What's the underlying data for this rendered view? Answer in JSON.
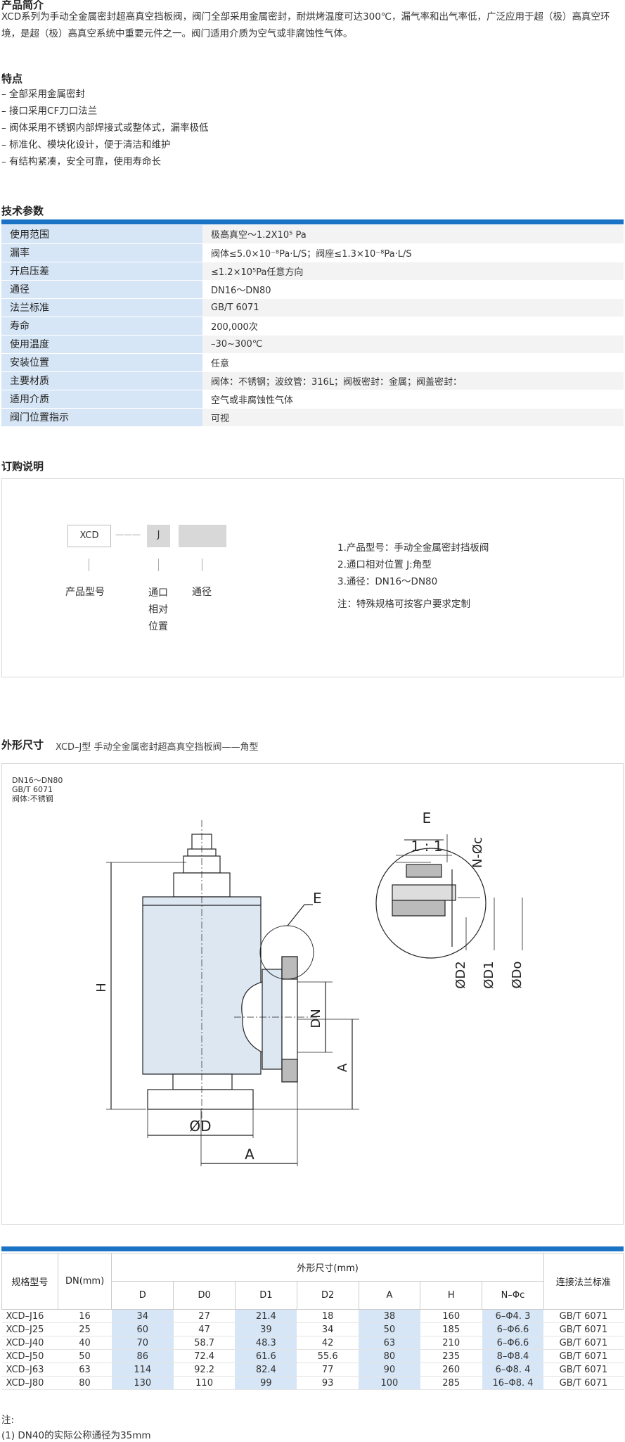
{
  "intro": {
    "title": "产品简介",
    "text": "XCD系列为手动全金属密封超高真空挡板阀，阀门全部采用金属密封，耐烘烤温度可达300℃，漏气率和出气率低，广泛应用于超（极）高真空环境，是超（极）高真空系统中重要元件之一。阀门适用介质为空气或非腐蚀性气体。"
  },
  "features": {
    "title": "特点",
    "items": [
      "– 全部采用金属密封",
      "– 接口采用CF刀口法兰",
      "– 阀体采用不锈钢内部焊接式或整体式，漏率极低",
      "– 标准化、模块化设计，便于清洁和维护",
      "– 有结构紧凑，安全可靠，使用寿命长"
    ]
  },
  "tech": {
    "title": "技术参数",
    "rows": [
      {
        "k": "使用范围",
        "v": "极高真空～1.2X10⁵ Pa"
      },
      {
        "k": "漏率",
        "v": "阀体≤5.0×10⁻⁸Pa·L/S；阀座≤1.3×10⁻⁸Pa·L/S"
      },
      {
        "k": "开启压差",
        "v": "≤1.2×10⁵Pa任意方向"
      },
      {
        "k": "通径",
        "v": "DN16～DN80"
      },
      {
        "k": "法兰标准",
        "v": "GB/T 6071"
      },
      {
        "k": "寿命",
        "v": "200,000次"
      },
      {
        "k": "使用温度",
        "v": "–30~300℃"
      },
      {
        "k": "安装位置",
        "v": "任意"
      },
      {
        "k": "主要材质",
        "v": "阀体：不锈钢；波纹管：316L；阀板密封：金属；阀盖密封："
      },
      {
        "k": "适用介质",
        "v": "空气或非腐蚀性气体"
      },
      {
        "k": "阀门位置指示",
        "v": "可视"
      }
    ]
  },
  "order": {
    "title": "订购说明",
    "code": "XCD",
    "dash": "———",
    "j": "J",
    "label_model": "产品型号",
    "label_port": "通口\n相对\n位置",
    "label_dia": "通径",
    "notes": [
      "1.产品型号：手动全金属密封挡板阀",
      "2.通口相对位置  J:角型",
      "3.通径：DN16～DN80"
    ],
    "note": "注：特殊规格可按客户要求定制"
  },
  "dims": {
    "title": "外形尺寸",
    "subtitle": "XCD–J型 手动全金属密封超高真空挡板阀——角型",
    "drawing_info": [
      "DN16～DN80",
      "GB/T 6071",
      "阀体:不锈钢"
    ],
    "labels": {
      "H": "H",
      "E": "E",
      "E2": "E",
      "scale": "1 : 1",
      "DN": "DN",
      "A": "A",
      "A2": "A",
      "OD": "ØD",
      "NPhi": "N-Øc",
      "OD2": "ØD2",
      "OD1": "ØD1",
      "OD0": "ØDo"
    }
  },
  "table": {
    "h_model": "规格型号",
    "h_dn": "DN(mm)",
    "h_group": "外形尺寸(mm)",
    "h_std": "连接法兰标准",
    "cols": [
      "D",
      "D0",
      "D1",
      "D2",
      "A",
      "H",
      "N–Φc"
    ],
    "rows": [
      [
        "XCD–J16",
        "16",
        "34",
        "27",
        "21.4",
        "18",
        "38",
        "160",
        "6–Φ4. 3",
        "GB/T 6071"
      ],
      [
        "XCD–J25",
        "25",
        "60",
        "47",
        "39",
        "34",
        "50",
        "185",
        "6–Φ6.6",
        "GB/T 6071"
      ],
      [
        "XCD–J40",
        "40",
        "70",
        "58.7",
        "48.3",
        "42",
        "63",
        "210",
        "6–Φ6.6",
        "GB/T 6071"
      ],
      [
        "XCD–J50",
        "50",
        "86",
        "72.4",
        "61.6",
        "55.6",
        "80",
        "235",
        "8–Φ8.4",
        "GB/T 6071"
      ],
      [
        "XCD–J63",
        "63",
        "114",
        "92.2",
        "82.4",
        "77",
        "90",
        "260",
        "6–Φ8. 4",
        "GB/T 6071"
      ],
      [
        "XCD–J80",
        "80",
        "130",
        "110",
        "99",
        "93",
        "100",
        "285",
        "16–Φ8. 4",
        "GB/T 6071"
      ]
    ]
  },
  "footnote": {
    "title": "注:",
    "line1": "(1) DN40的实际公称通径为35mm"
  }
}
